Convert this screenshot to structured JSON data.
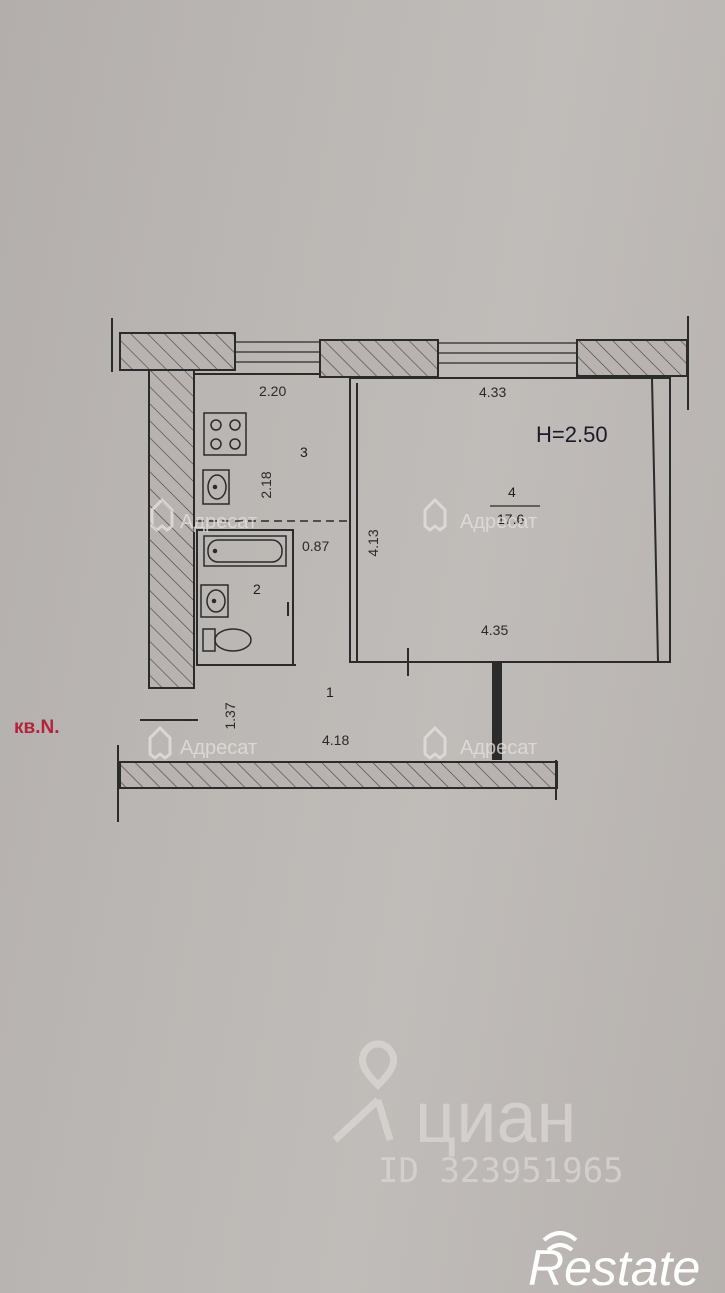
{
  "plan": {
    "apartment_label": "кв.N.",
    "ceiling_height": "H=2.50",
    "rooms": [
      {
        "number": "1"
      },
      {
        "number": "2"
      },
      {
        "number": "3"
      },
      {
        "number": "4",
        "area": "17.6"
      }
    ],
    "dimensions": {
      "kitchen_width": "2.20",
      "kitchen_depth": "2.18",
      "room_top_width": "4.33",
      "room_depth": "4.13",
      "room_bottom_width": "4.35",
      "bath_gap": "0.87",
      "hall_width": "4.18",
      "hall_depth": "1.37"
    }
  },
  "watermarks": {
    "adresat": "Адресат",
    "cian_brand": "циан",
    "cian_id": "ID 323951965",
    "restate": "Restate"
  }
}
